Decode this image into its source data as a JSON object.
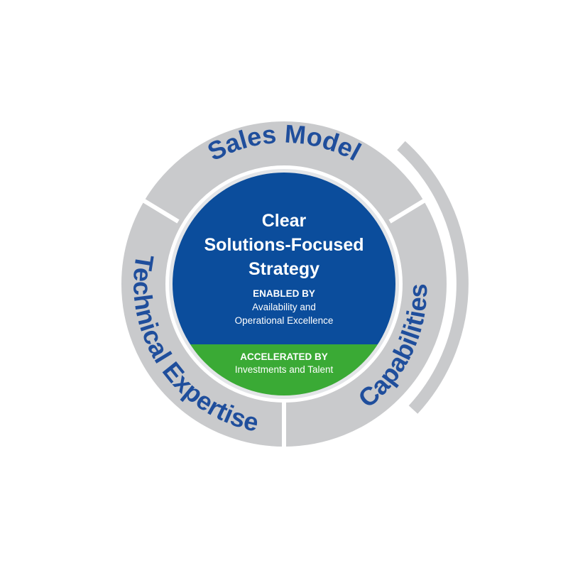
{
  "colors": {
    "ring": "#c9cacc",
    "outer_arc": "#c9cacc",
    "ring_text": "#1f4e9c",
    "center_blue": "#0b4d9c",
    "center_green": "#3aaa35",
    "center_border": "#e3e5e8",
    "divider": "#ffffff",
    "center_text": "#ffffff"
  },
  "ring": {
    "segments": [
      {
        "name": "top",
        "label": "Sales Model"
      },
      {
        "name": "left",
        "label": "Technical Expertise"
      },
      {
        "name": "right",
        "label": "Capabilities"
      }
    ]
  },
  "center": {
    "title_lines": [
      "Clear",
      "Solutions-Focused",
      "Strategy"
    ],
    "enabled": {
      "heading": "ENABLED BY",
      "lines": [
        "Availability and",
        "Operational Excellence"
      ]
    },
    "accelerated": {
      "heading": "ACCELERATED BY",
      "text": "Investments and Talent"
    }
  }
}
